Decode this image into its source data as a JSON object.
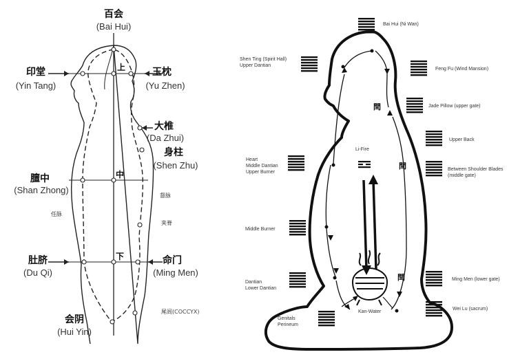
{
  "left": {
    "points": {
      "bai_hui": {
        "cn": "百会",
        "py": "(Bai Hui)"
      },
      "yin_tang": {
        "cn": "印堂",
        "py": "(Yin Tang)"
      },
      "yu_zhen": {
        "cn": "玉枕",
        "py": "(Yu Zhen)"
      },
      "da_zhui": {
        "cn": "大椎",
        "py": "(Da Zhui)"
      },
      "shen_zhu": {
        "cn": "身柱",
        "py": "(Shen Zhu)"
      },
      "shan_zhong": {
        "cn": "膻中",
        "py": "(Shan Zhong)"
      },
      "du_qi": {
        "cn": "肚脐",
        "py": "(Du Qi)"
      },
      "ming_men": {
        "cn": "命门",
        "py": "(Ming Men)"
      },
      "hui_yin": {
        "cn": "会阴",
        "py": "(Hui Yin)"
      }
    },
    "center_marks": {
      "upper": "上",
      "middle": "中",
      "lower": "下"
    },
    "small_labels": {
      "du_mai": "督脉",
      "ren_mai": "任脉",
      "jia_ji": "夹脊",
      "wei_lv": "尾闾(COCCYX)"
    }
  },
  "right": {
    "labels": {
      "bai_hui": "Bai Hui (Ni Wan)",
      "shen_ting": "Shen Ting (Spirit Hall)\nUpper Dantian",
      "feng_fu": "Feng Fu (Wind Mansion)",
      "jade_pillow": "Jade Pillow (upper gate)",
      "upper_back": "Upper Back",
      "heart": "Heart\nMiddle Dantian\nUpper Burner",
      "li_fire": "Li-Fire",
      "shoulder": "Between Shoulder Blades\n(middle gate)",
      "middle_burner": "Middle Burner",
      "dantian": "Dantian\nLower Dantian",
      "ming_men": "Ming Men (lower gate)",
      "wei_lu": "Wei Lu (sacrum)",
      "genitals": "Genitals\nPerineum",
      "kan_water": "Kan-Water"
    },
    "gate_glyph": "閆"
  }
}
